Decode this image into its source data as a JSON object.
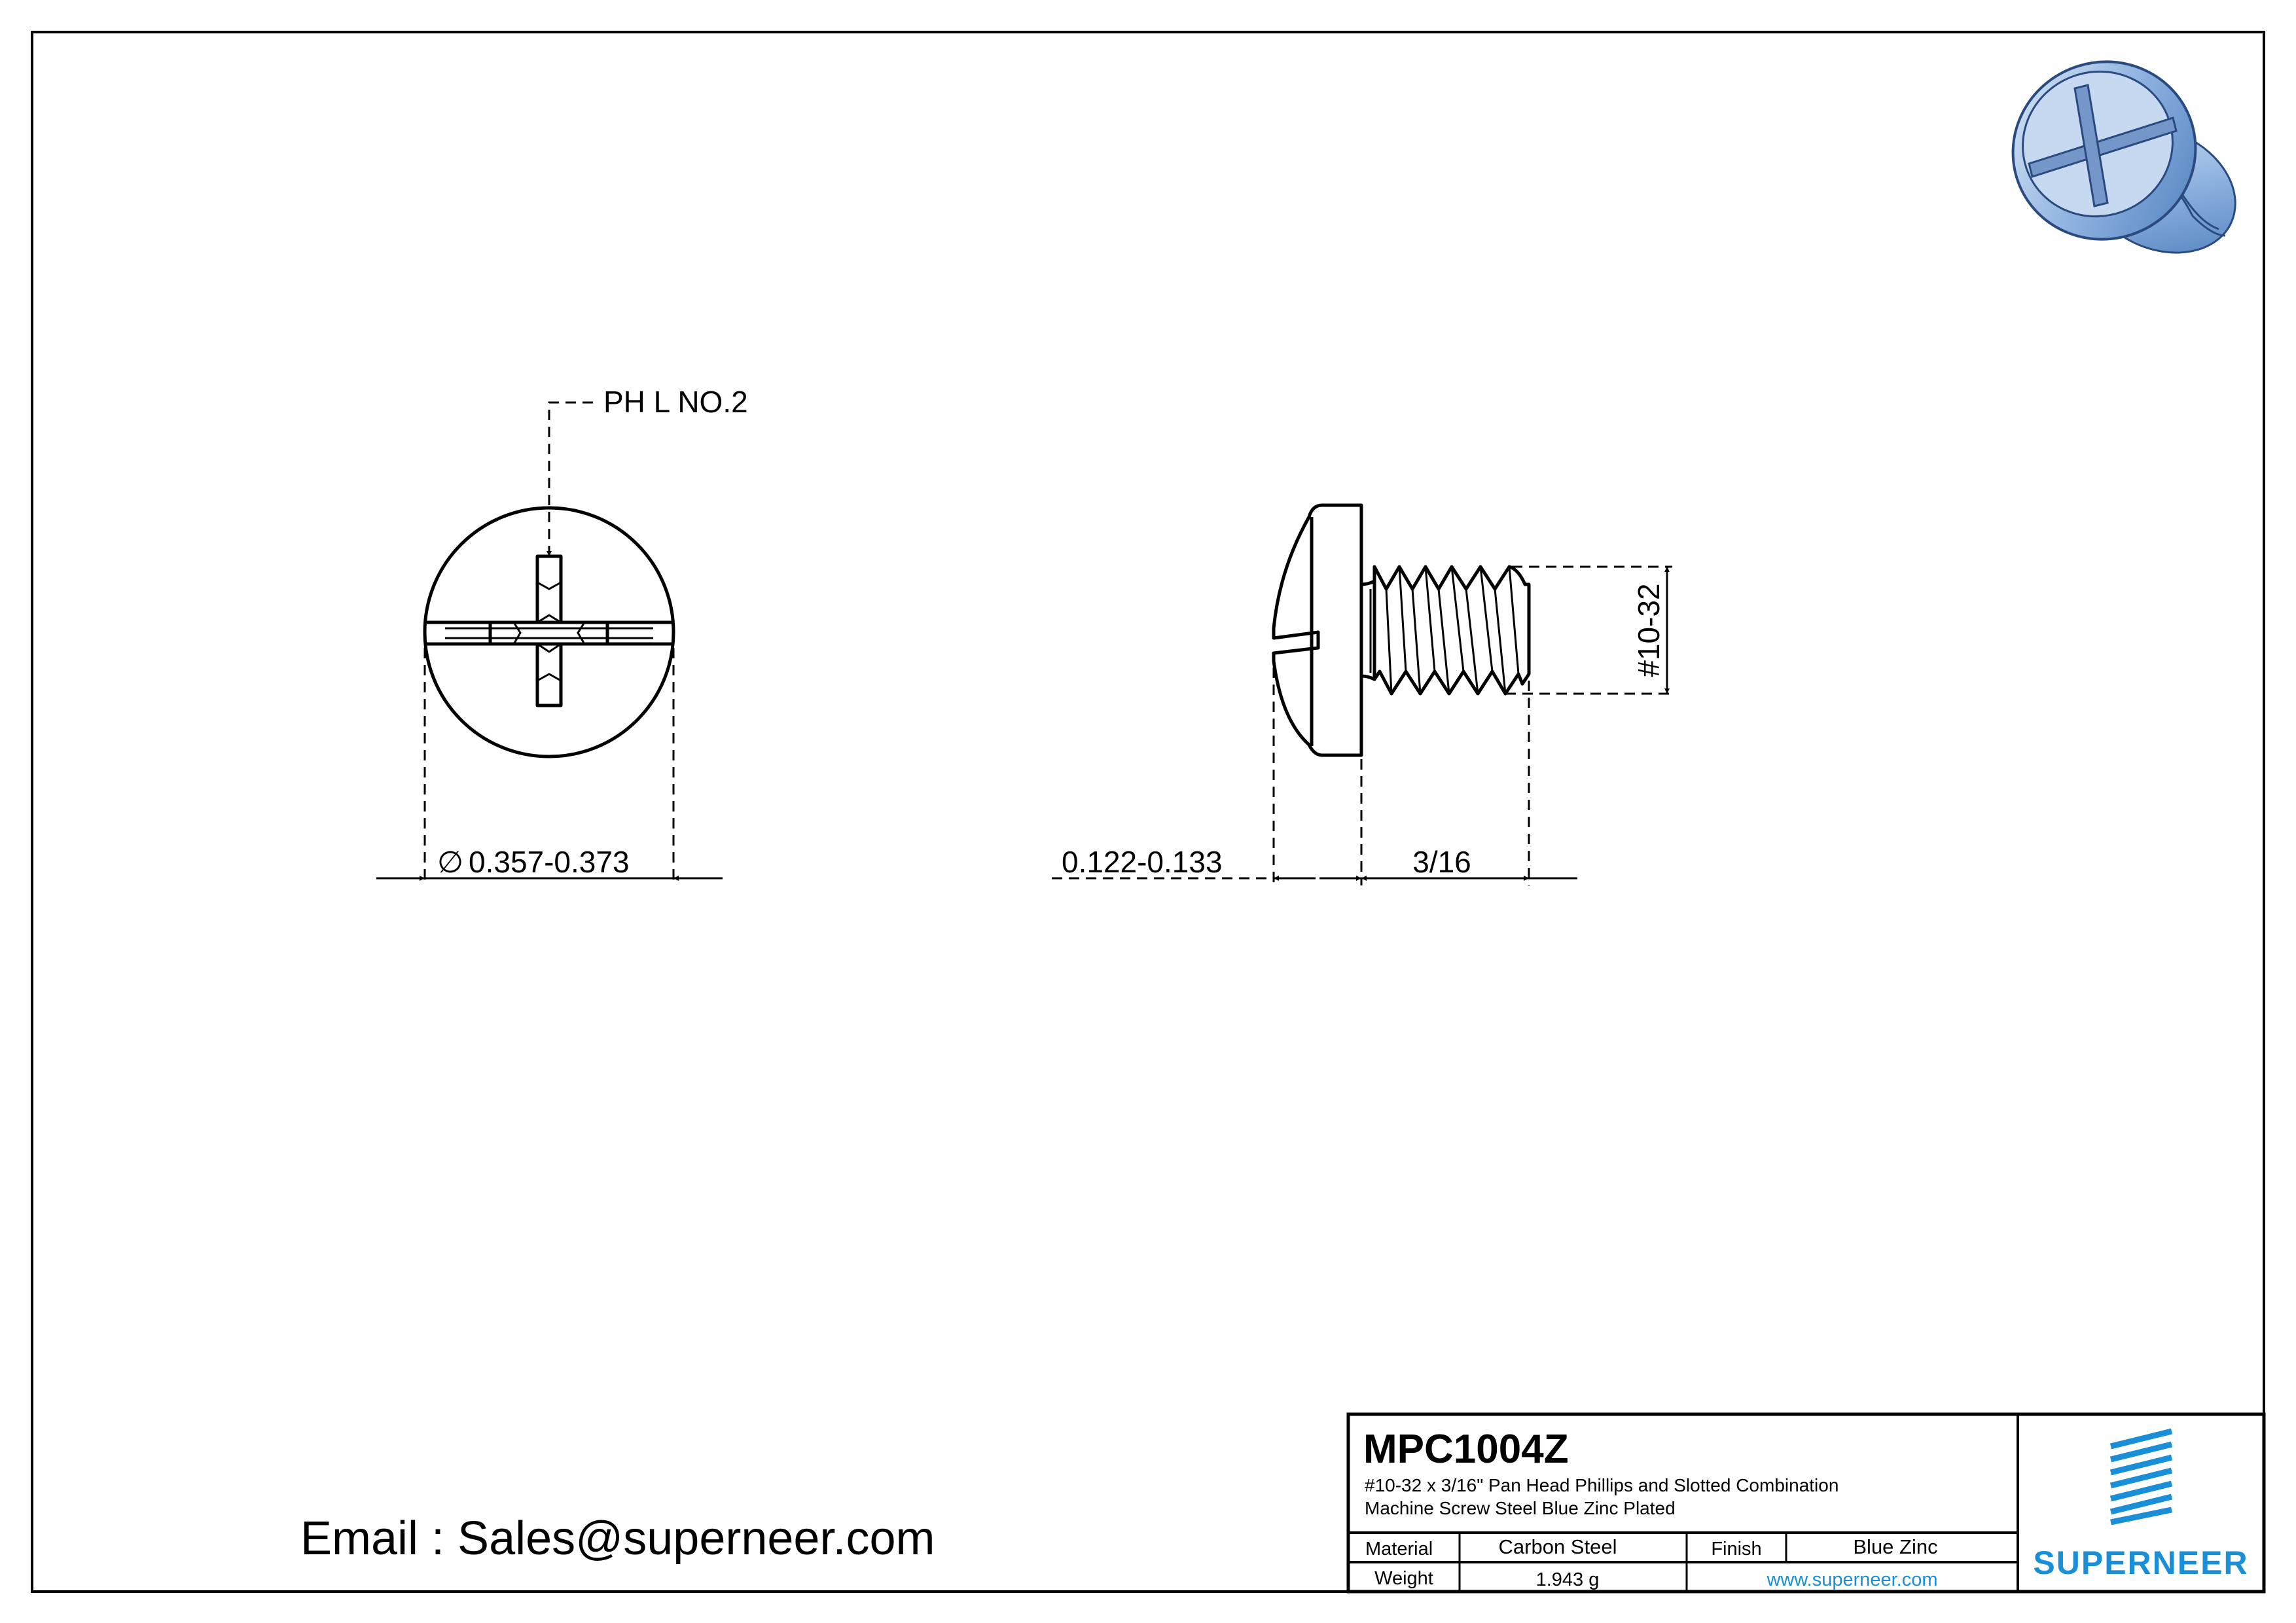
{
  "drawing": {
    "callout_drive": "PH L NO.2",
    "dim_head_diameter": "0.357-0.373",
    "diameter_symbol": "∅",
    "dim_head_height": "0.122-0.133",
    "dim_length": "3/16",
    "dim_thread": "#10-32"
  },
  "email": "Email : Sales@superneer.com",
  "title_block": {
    "part_number": "MPC1004Z",
    "description_line1": "#10-32 x 3/16\" Pan Head Phillips and Slotted Combination",
    "description_line2": "Machine Screw Steel Blue Zinc Plated",
    "material_label": "Material",
    "material_value": "Carbon Steel",
    "finish_label": "Finish",
    "finish_value": "Blue Zinc",
    "weight_label": "Weight",
    "weight_value": "1.943 g",
    "website": "www.superneer.com",
    "brand": "SUPERNEER"
  },
  "colors": {
    "brand": "#1a8fd8"
  }
}
